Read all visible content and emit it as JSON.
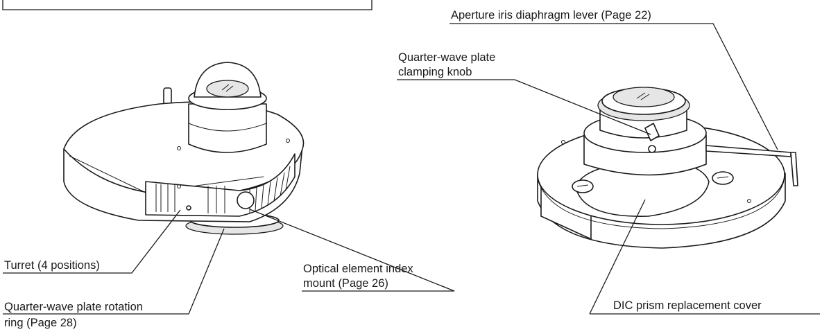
{
  "labels": {
    "aperture_lever": "Aperture iris diaphragm lever (Page 22)",
    "qwp_clamping_knob_line1": "Quarter-wave plate",
    "qwp_clamping_knob_line2": "clamping knob",
    "turret": "Turret (4 positions)",
    "optical_index_line1": "Optical element index",
    "optical_index_line2": "mount (Page 26)",
    "qwp_rotation_line1": "Quarter-wave plate rotation",
    "qwp_rotation_line2": "ring (Page 28)",
    "dic_cover": "DIC prism replacement cover"
  }
}
